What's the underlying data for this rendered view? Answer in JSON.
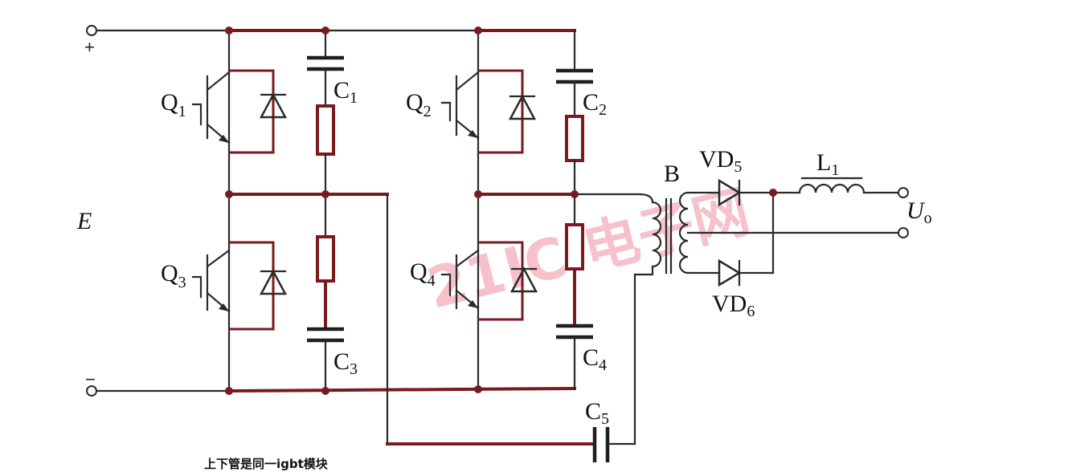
{
  "labels": {
    "plus": "+",
    "minus": "−",
    "E": "E",
    "Q1": {
      "main": "Q",
      "sub": "1"
    },
    "Q2": {
      "main": "Q",
      "sub": "2"
    },
    "Q3": {
      "main": "Q",
      "sub": "3"
    },
    "Q4": {
      "main": "Q",
      "sub": "4"
    },
    "C1": {
      "main": "C",
      "sub": "1"
    },
    "C2": {
      "main": "C",
      "sub": "2"
    },
    "C3": {
      "main": "C",
      "sub": "3"
    },
    "C4": {
      "main": "C",
      "sub": "4"
    },
    "C5": {
      "main": "C",
      "sub": "5"
    },
    "B": "B",
    "VD5": {
      "main": "VD",
      "sub": "5"
    },
    "VD6": {
      "main": "VD",
      "sub": "6"
    },
    "L1": {
      "main": "L",
      "sub": "1"
    },
    "Uo": {
      "main": "U",
      "sub": "o"
    }
  },
  "note": "上下管是同一igbt模块",
  "watermark": "21IC 电子网",
  "colors": {
    "wire": "#2a2a2a",
    "bus": "#7a1a1f",
    "watermark": "#e8506a"
  }
}
